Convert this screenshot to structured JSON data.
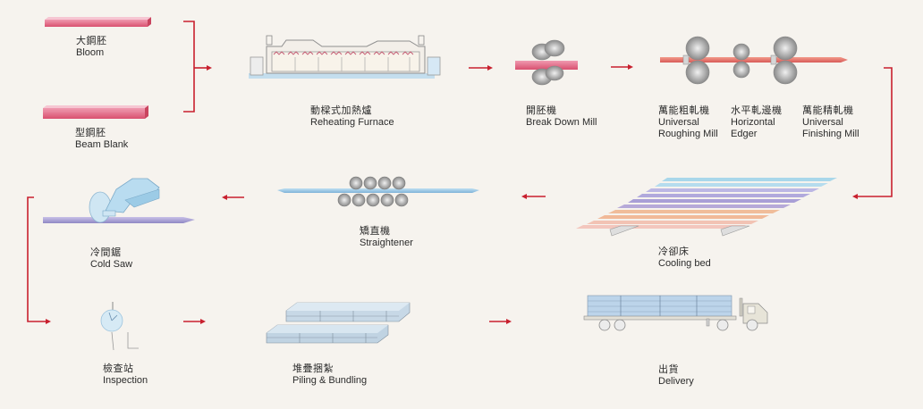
{
  "diagram": {
    "title": "Steel beam production flow",
    "accent_color": "#c8202e",
    "steps": [
      {
        "id": "bloom",
        "zh": "大鋼胚",
        "en": "Bloom"
      },
      {
        "id": "beam-blank",
        "zh": "型鋼胚",
        "en": "Beam Blank"
      },
      {
        "id": "reheating-furnace",
        "zh": "動樑式加熱爐",
        "en": "Reheating Furnace"
      },
      {
        "id": "break-down-mill",
        "zh": "開胚機",
        "en": "Break Down Mill"
      },
      {
        "id": "universal-roughing-mill",
        "zh": "萬能粗軋機",
        "en": "Universal",
        "en2": "Roughing Mill"
      },
      {
        "id": "horizontal-edger",
        "zh": "水平軋邊機",
        "en": "Horizontal",
        "en2": "Edger"
      },
      {
        "id": "universal-finishing-mill",
        "zh": "萬能精軋機",
        "en": "Universal",
        "en2": "Finishing Mill"
      },
      {
        "id": "cooling-bed",
        "zh": "冷卻床",
        "en": "Cooling bed"
      },
      {
        "id": "straightener",
        "zh": "矯直機",
        "en": "Straightener"
      },
      {
        "id": "cold-saw",
        "zh": "冷間鋸",
        "en": "Cold Saw"
      },
      {
        "id": "inspection",
        "zh": "檢查站",
        "en": "Inspection"
      },
      {
        "id": "piling-bundling",
        "zh": "堆疊捆紮",
        "en": "Piling & Bundling"
      },
      {
        "id": "delivery",
        "zh": "出貨",
        "en": "Delivery"
      }
    ]
  }
}
